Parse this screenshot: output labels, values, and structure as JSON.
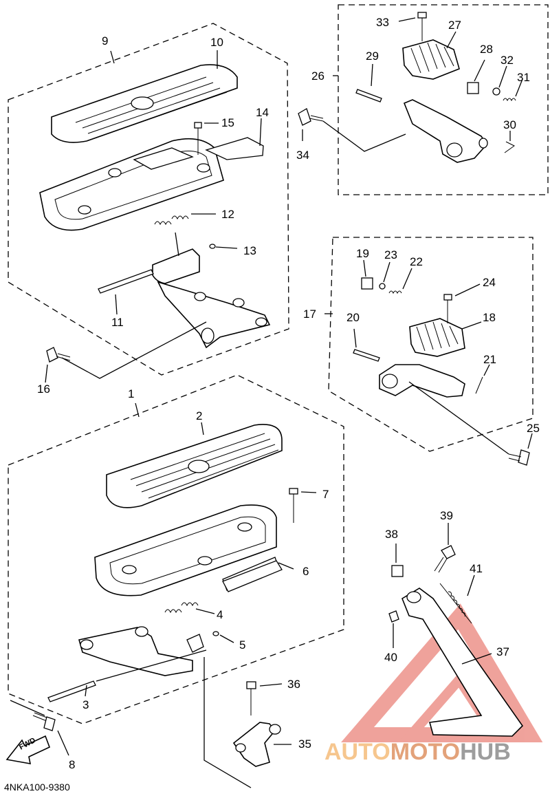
{
  "diagram_code": "4NKA100-9380",
  "fwd_label": "FWD",
  "watermark": {
    "part1": "AUTO",
    "part2": "MOTO",
    "part3": "HUB"
  },
  "colors": {
    "watermark_orange": "#f6c68e",
    "watermark_red": "#e36a5a",
    "watermark_gray": "#9d9d9d"
  },
  "callouts": [
    "1",
    "2",
    "3",
    "4",
    "5",
    "6",
    "7",
    "8",
    "9",
    "10",
    "11",
    "12",
    "13",
    "14",
    "15",
    "16",
    "17",
    "18",
    "19",
    "20",
    "21",
    "22",
    "23",
    "24",
    "25",
    "26",
    "27",
    "28",
    "29",
    "30",
    "31",
    "32",
    "33",
    "34",
    "35",
    "36",
    "37",
    "38",
    "39",
    "40",
    "41"
  ]
}
